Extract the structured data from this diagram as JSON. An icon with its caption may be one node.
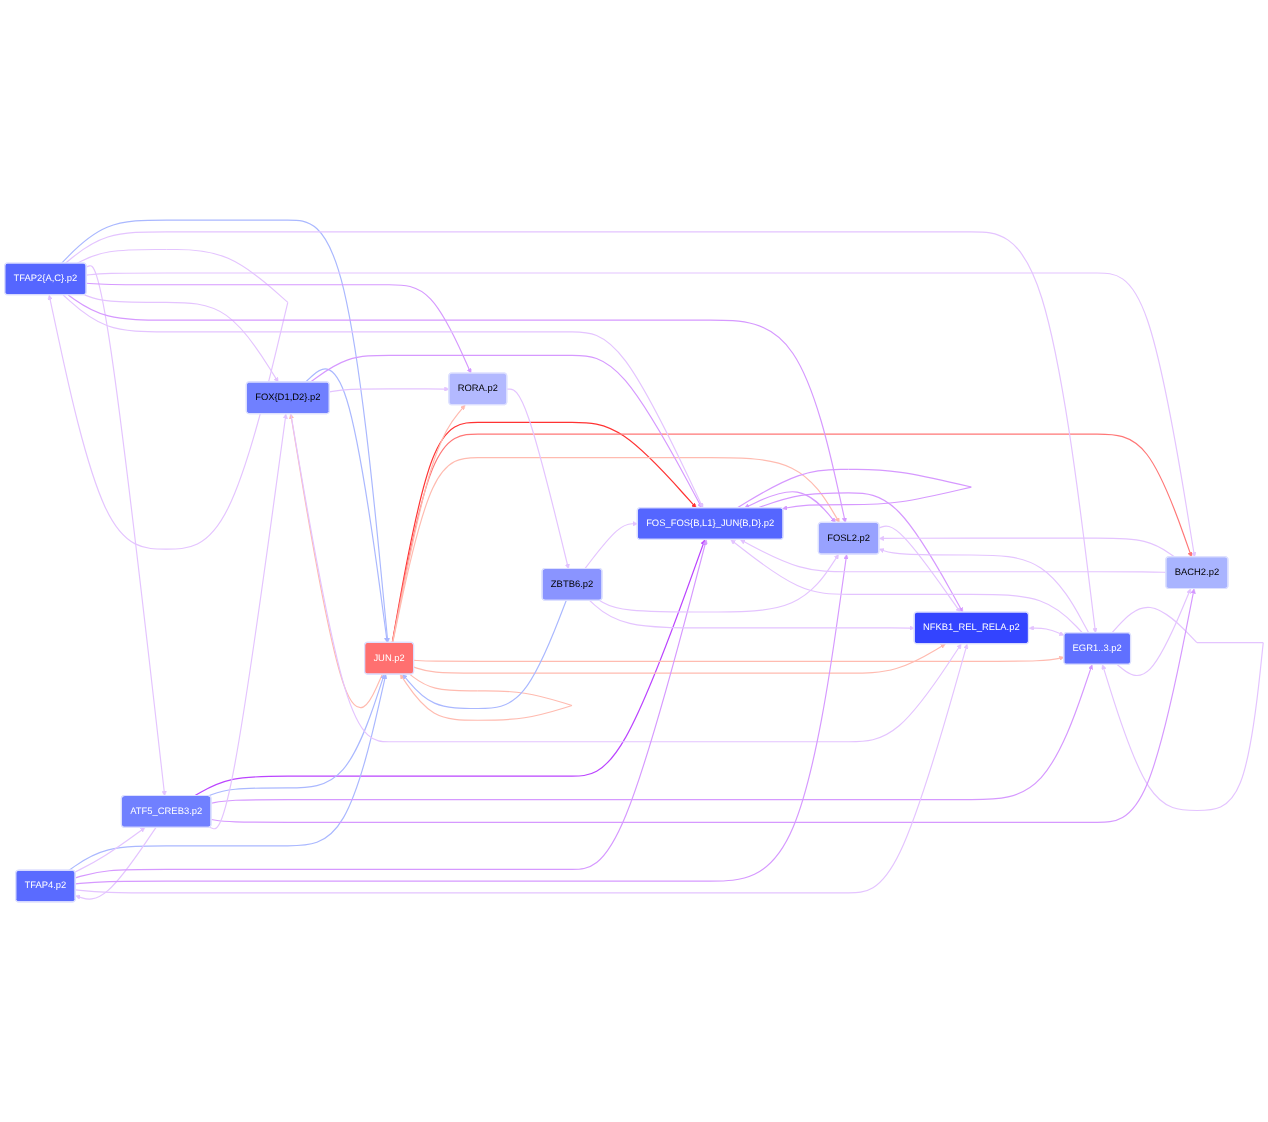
{
  "diagram": {
    "nodes": [
      {
        "text": [
          "FOX{D1,D2}.p2"
        ]
      },
      {
        "text": [
          "BACH2.p2"
        ]
      },
      {
        "text": [
          "FOS_FOS{B,L1}_JUN{B,D}.p2"
        ]
      },
      {
        "text": [
          "RORA.p2"
        ]
      },
      {
        "text": [
          "FOSL2.p2"
        ]
      },
      {
        "text": [
          "NFKB1_REL_RELA.p2"
        ]
      },
      {
        "text": [
          "JUN.p2"
        ]
      },
      {
        "text": [
          "ZBTB6.p2"
        ]
      },
      {
        "text": [
          "EGR1..3.p2"
        ]
      },
      {
        "text": [
          "TFAP4.p2"
        ]
      },
      {
        "text": [
          "TFAP2{A,C}.p2"
        ]
      },
      {
        "text": [
          "ATF5_CREB3.p2"
        ]
      }
    ],
    "edges": [
      {
        "from": 6,
        "to": 2,
        "arrow": "to",
        "color": "#ff3333"
      },
      {
        "from": 6,
        "to": 1,
        "arrow": "to",
        "color": "#ff7777"
      },
      {
        "from": 11,
        "to": 2,
        "arrow": "to",
        "color": "#bb44ff"
      },
      {
        "from": 0,
        "to": 6,
        "arrow": "to",
        "color": "#aab8ff"
      },
      {
        "from": 6,
        "to": 0,
        "arrow": "to",
        "color": "#ffbbb0"
      },
      {
        "from": 6,
        "to": 3,
        "arrow": "to",
        "color": "#ffbbb0"
      },
      {
        "from": 6,
        "to": 4,
        "arrow": "to",
        "color": "#ffbbb0"
      },
      {
        "from": 6,
        "to": 8,
        "arrow": "to",
        "color": "#ffbbb0"
      },
      {
        "from": 6,
        "to": 5,
        "arrow": "to",
        "color": "#ffbbb0"
      },
      {
        "from": 6,
        "to": 6,
        "arrow": "to",
        "color": "#ffbbb0"
      },
      {
        "from": 7,
        "to": 6,
        "arrow": "to",
        "color": "#aab8ff"
      },
      {
        "from": 9,
        "to": 6,
        "arrow": "to",
        "color": "#aab8ff"
      },
      {
        "from": 11,
        "to": 6,
        "arrow": "to",
        "color": "#aab8ff"
      },
      {
        "from": 10,
        "to": 6,
        "arrow": "to",
        "color": "#aab8ff"
      },
      {
        "from": 2,
        "to": 2,
        "arrow": "to",
        "color": "#d699ff"
      },
      {
        "from": 0,
        "to": 2,
        "arrow": "to",
        "color": "#d699ff"
      },
      {
        "from": 2,
        "to": 4,
        "arrow": "both",
        "color": "#d699ff"
      },
      {
        "from": 5,
        "to": 8,
        "arrow": "both"
      },
      {
        "from": 0,
        "to": 3,
        "arrow": "to"
      },
      {
        "from": 0,
        "to": 5,
        "arrow": "to"
      },
      {
        "from": 2,
        "to": 5,
        "arrow": "to",
        "color": "#d699ff"
      },
      {
        "from": 10,
        "to": 8,
        "arrow": "to"
      },
      {
        "from": 10,
        "to": 10,
        "arrow": "to"
      },
      {
        "from": 8,
        "to": 8,
        "arrow": "to"
      },
      {
        "from": 10,
        "to": 11,
        "arrow": "to"
      },
      {
        "from": 9,
        "to": 11,
        "arrow": "to"
      },
      {
        "from": 11,
        "to": 9,
        "arrow": "to"
      },
      {
        "from": 11,
        "to": 8,
        "arrow": "to",
        "color": "#d699ff"
      },
      {
        "from": 8,
        "to": 1,
        "arrow": "to"
      },
      {
        "from": 10,
        "to": 1,
        "arrow": "to"
      },
      {
        "from": 11,
        "to": 1,
        "arrow": "to",
        "color": "#d699ff"
      },
      {
        "from": 10,
        "to": 3,
        "arrow": "to",
        "color": "#d699ff"
      },
      {
        "from": 10,
        "to": 0,
        "arrow": "to"
      },
      {
        "from": 11,
        "to": 0,
        "arrow": "to"
      },
      {
        "from": 9,
        "to": 2,
        "arrow": "to",
        "color": "#d699ff"
      },
      {
        "from": 7,
        "to": 2,
        "arrow": "to"
      },
      {
        "from": 7,
        "to": 4,
        "arrow": "to"
      },
      {
        "from": 9,
        "to": 4,
        "arrow": "to",
        "color": "#d699ff"
      },
      {
        "from": 8,
        "to": 4,
        "arrow": "to"
      },
      {
        "from": 10,
        "to": 4,
        "arrow": "to",
        "color": "#d699ff"
      },
      {
        "from": 7,
        "to": 5,
        "arrow": "to"
      },
      {
        "from": 4,
        "to": 5,
        "arrow": "to"
      },
      {
        "from": 1,
        "to": 2,
        "arrow": "to"
      },
      {
        "from": 1,
        "to": 4,
        "arrow": "to"
      },
      {
        "from": 3,
        "to": 7,
        "arrow": "to"
      },
      {
        "from": 10,
        "to": 2,
        "arrow": "to"
      },
      {
        "from": 8,
        "to": 2,
        "arrow": "to"
      },
      {
        "from": 9,
        "to": 5,
        "arrow": "to"
      }
    ]
  }
}
